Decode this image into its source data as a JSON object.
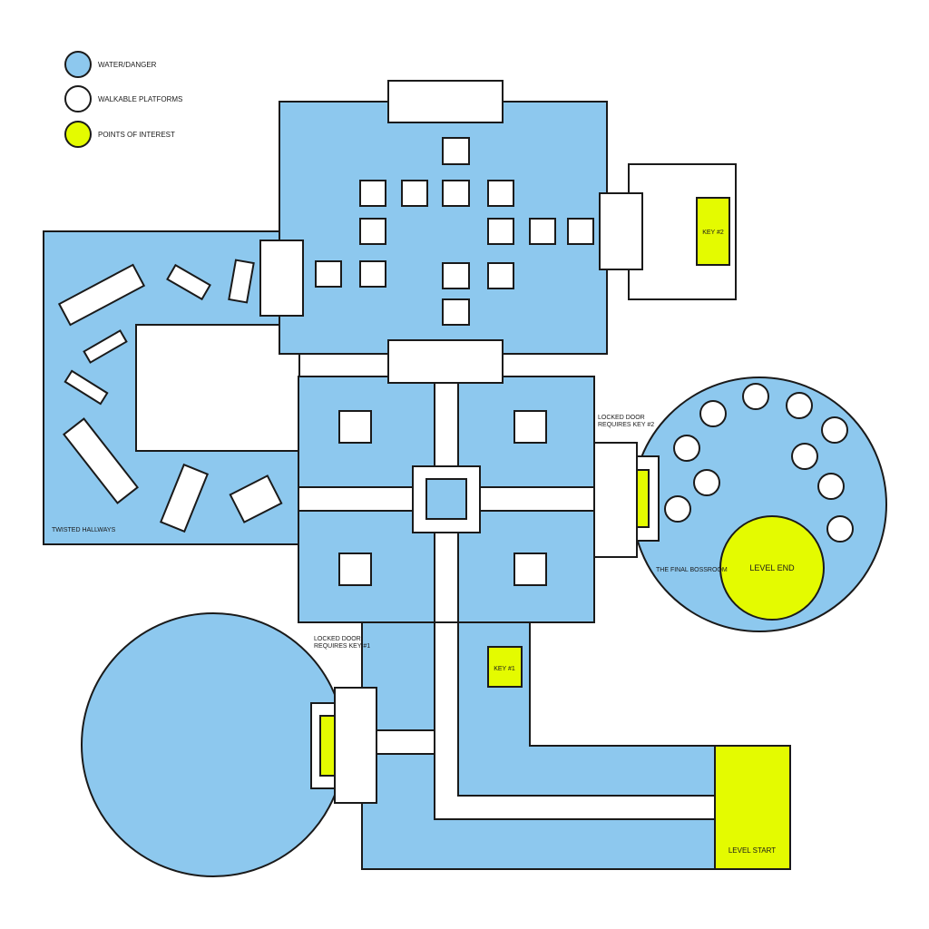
{
  "colors": {
    "water": "#8dc8ee",
    "platform": "#ffffff",
    "poi": "#e4fb00",
    "stroke": "#1a1a1a"
  },
  "legend": {
    "water": "WATER/DANGER",
    "platform": "WALKABLE PLATFORMS",
    "poi": "POINTS OF INTEREST"
  },
  "labels": {
    "key2": "KEY #2",
    "key1": "KEY #1",
    "locked_door_2_line1": "LOCKED DOOR",
    "locked_door_2_line2": "REQUIRES KEY #2",
    "locked_door_1_line1": "LOCKED DOOR",
    "locked_door_1_line2": "REQUIRES KEY #1",
    "final_bossroom": "THE FINAL BOSSROOM",
    "level_end": "LEVEL END",
    "level_start": "LEVEL START",
    "twisted_hallways": "TWISTED HALLWAYS"
  }
}
